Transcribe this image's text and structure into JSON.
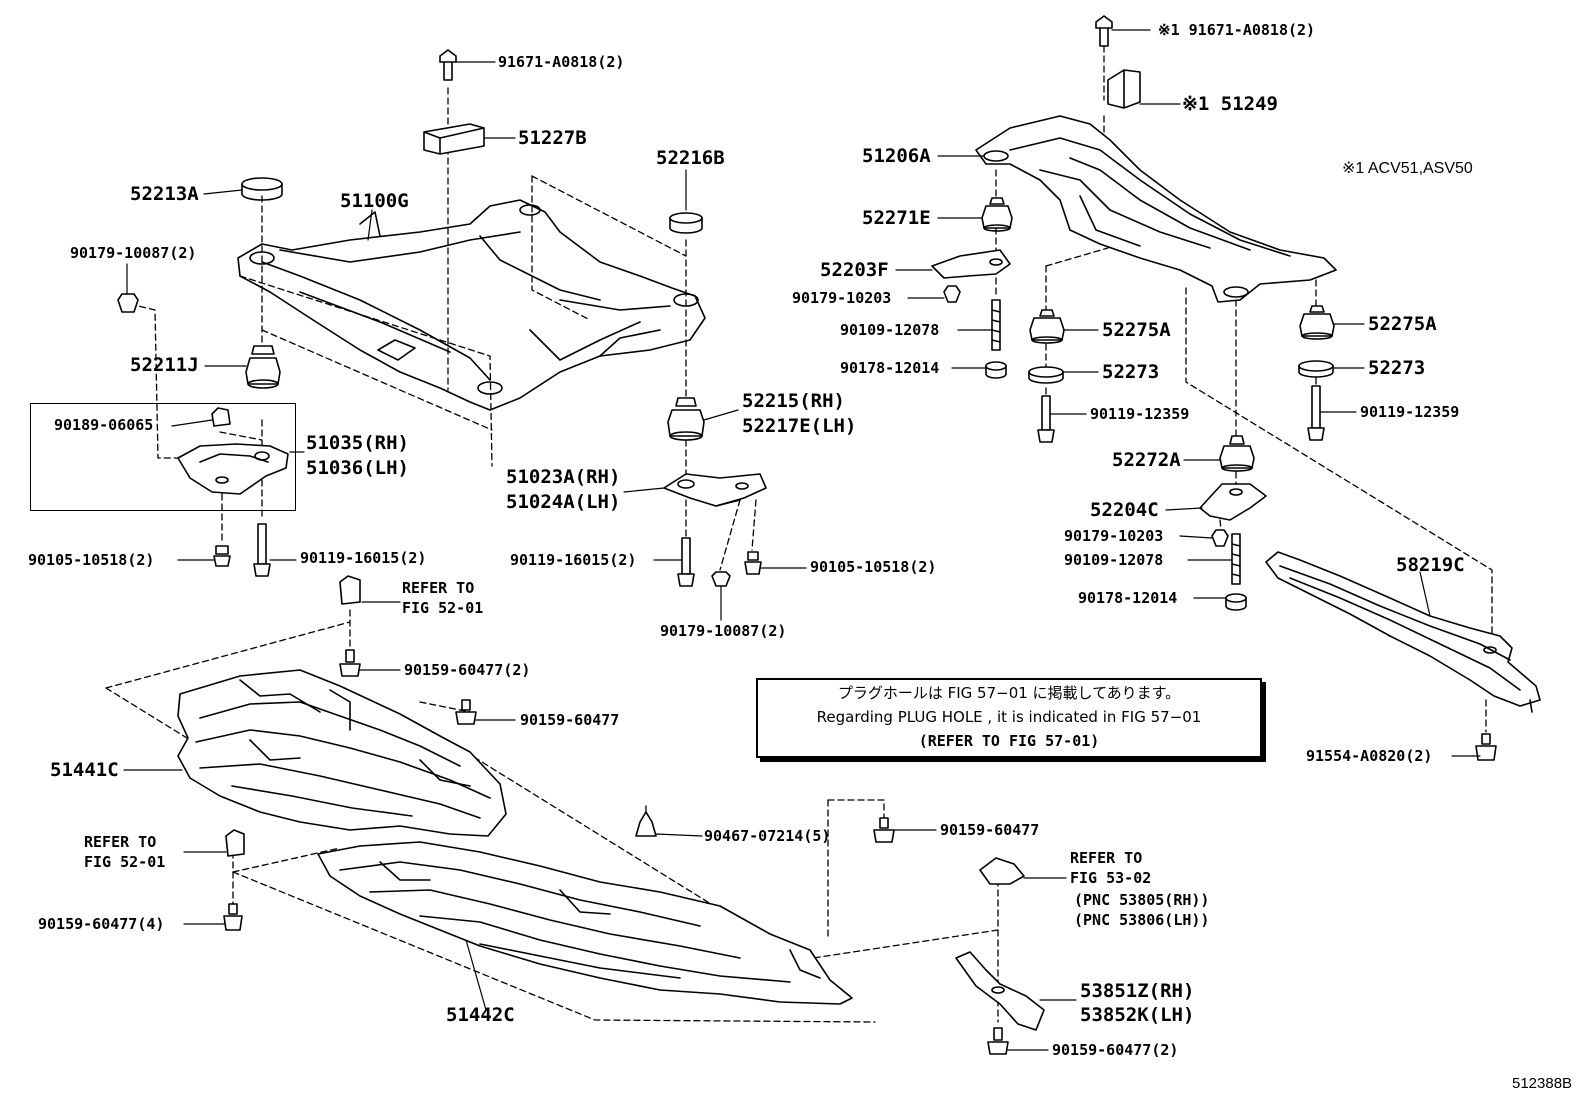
{
  "labels": {
    "p91671_top": "91671-A0818(2)",
    "p51227B": "51227B",
    "p52216B": "52216B",
    "p52213A": "52213A",
    "p51100G": "51100G",
    "p90179_10087_a": "90179-10087(2)",
    "p52211J": "52211J",
    "p52215": "52215(RH)",
    "p52217E": "52217E(LH)",
    "p90189": "90189-06065",
    "p51035": "51035(RH)",
    "p51036": "51036(LH)",
    "p51023A": "51023A(RH)",
    "p51024A": "51024A(LH)",
    "p90105_a": "90105-10518(2)",
    "p90119_16015_a": "90119-16015(2)",
    "p90119_16015_b": "90119-16015(2)",
    "p90105_b": "90105-10518(2)",
    "p90179_10087_b": "90179-10087(2)",
    "refer1_a": "REFER TO",
    "refer1_b": "FIG 52-01",
    "p90159_2": "90159-60477(2)",
    "p90159_a": "90159-60477",
    "p51441C": "51441C",
    "refer2_a": "REFER TO",
    "refer2_b": "FIG 52-01",
    "p90467": "90467-07214(5)",
    "p90159_b": "90159-60477",
    "p90159_4": "90159-60477(4)",
    "p51442C": "51442C",
    "refer3_a": "REFER TO",
    "refer3_b": "FIG 53-02",
    "refer3_c": "(PNC 53805(RH))",
    "refer3_d": "(PNC 53806(LH))",
    "p53851Z": "53851Z(RH)",
    "p53852K": "53852K(LH)",
    "p90159_2b": "90159-60477(2)",
    "p91671_r": "※1 91671-A0818(2)",
    "p51249": "※1 51249",
    "p51206A": "51206A",
    "note_acv": "※1 ACV51,ASV50",
    "p52271E": "52271E",
    "p52203F": "52203F",
    "p90179_10203_a": "90179-10203",
    "p90109_a": "90109-12078",
    "p90178_a": "90178-12014",
    "p52275A_a": "52275A",
    "p52273_a": "52273",
    "p90119_12359_a": "90119-12359",
    "p52275A_b": "52275A",
    "p52273_b": "52273",
    "p90119_12359_b": "90119-12359",
    "p52272A": "52272A",
    "p52204C": "52204C",
    "p90179_10203_b": "90179-10203",
    "p90109_b": "90109-12078",
    "p90178_b": "90178-12014",
    "p58219C": "58219C",
    "p91554": "91554-A0820(2)",
    "fig_id": "512388B"
  },
  "note": {
    "line1": "プラグホールは FIG 57−01 に掲載してあります。",
    "line2": "Regarding  PLUG  HOLE , it is indicated in  FIG  57−01",
    "line3": "(REFER TO FIG 57-01)"
  },
  "colors": {
    "ink": "#000000",
    "paper": "#ffffff"
  }
}
